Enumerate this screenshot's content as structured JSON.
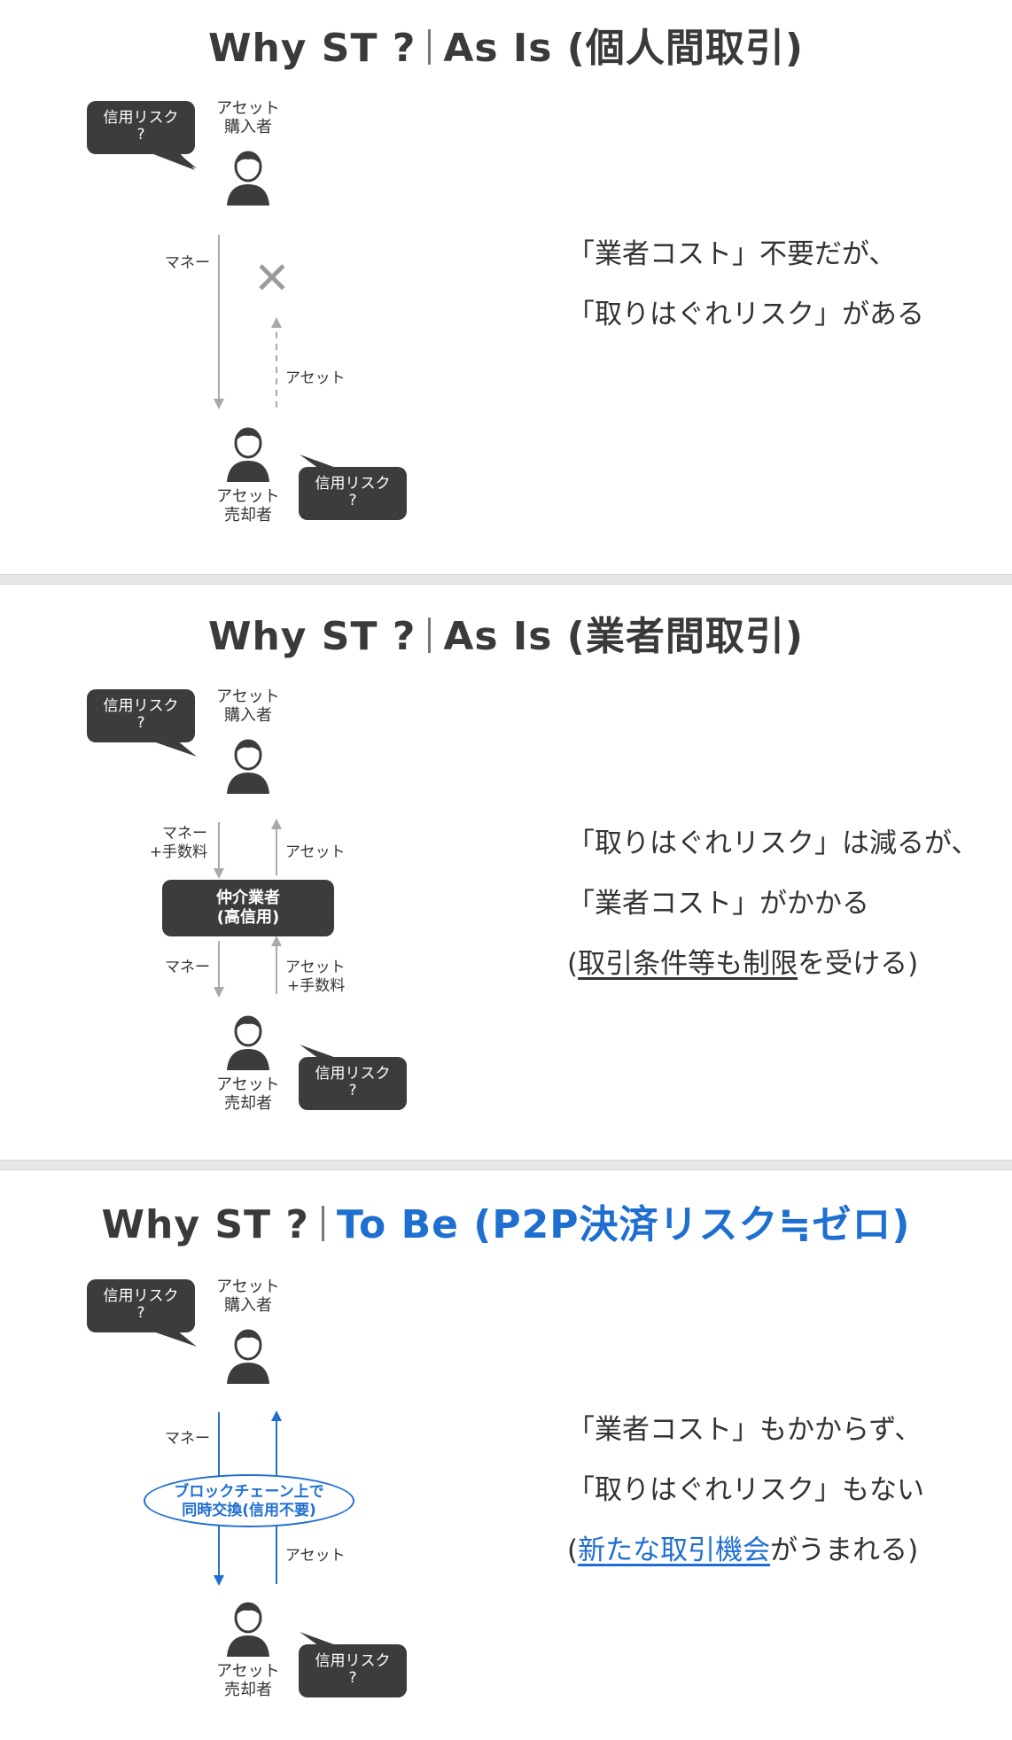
{
  "panels": [
    {
      "title_prefix": "Why ST ?",
      "title_suffix": "As Is (個人間取引)",
      "buyer_bubble": {
        "line1": "信用リスク",
        "line2": "?"
      },
      "buyer_label": {
        "line1": "アセット",
        "line2": "購入者"
      },
      "seller_label": {
        "line1": "アセット",
        "line2": "売却者"
      },
      "seller_bubble": {
        "line1": "信用リスク",
        "line2": "?"
      },
      "money_label": "マネー",
      "asset_label": "アセット",
      "failure_mark": "✕",
      "side_text": [
        "「業者コスト」不要だが、",
        "「取りはぐれリスク」がある"
      ]
    },
    {
      "title_prefix": "Why ST ?",
      "title_suffix": "As Is (業者間取引)",
      "buyer_bubble": {
        "line1": "信用リスク",
        "line2": "?"
      },
      "buyer_label": {
        "line1": "アセット",
        "line2": "購入者"
      },
      "seller_label": {
        "line1": "アセット",
        "line2": "売却者"
      },
      "seller_bubble": {
        "line1": "信用リスク",
        "line2": "?"
      },
      "money_fee_label": {
        "line1": "マネー",
        "line2": "+手数料"
      },
      "asset_top_label": "アセット",
      "money_bottom_label": "マネー",
      "asset_fee_label": {
        "line1": "アセット",
        "line2": "+手数料"
      },
      "broker": {
        "line1": "仲介業者",
        "line2": "(高信用)"
      },
      "side_text": [
        "「取りはぐれリスク」は減るが、",
        "「業者コスト」がかかる"
      ],
      "side_text_3": {
        "open": "(",
        "underlined": "取引条件等も制限",
        "rest": "を受ける)"
      }
    },
    {
      "title_prefix": "Why ST ?",
      "title_suffix": "To Be (P2P決済リスク≒ゼロ)",
      "buyer_bubble": {
        "line1": "信用リスク",
        "line2": "?"
      },
      "buyer_label": {
        "line1": "アセット",
        "line2": "購入者"
      },
      "seller_label": {
        "line1": "アセット",
        "line2": "売却者"
      },
      "seller_bubble": {
        "line1": "信用リスク",
        "line2": "?"
      },
      "money_label": "マネー",
      "asset_label": "アセット",
      "blockchain": {
        "line1": "ブロックチェーン上で",
        "line2": "同時交換(信用不要)"
      },
      "side_text": [
        "「業者コスト」もかからず、",
        "「取りはぐれリスク」もない"
      ],
      "side_text_3": {
        "open": "(",
        "underlined": "新たな取引機会",
        "rest": "がうまれる)"
      }
    }
  ],
  "colors": {
    "dark_box": "#3c3c3c",
    "blue": "#1f6fd1",
    "gray_arrow": "#a9a9a9",
    "divider": "#e6e6e8"
  },
  "icons": [
    "person-icon",
    "cross-icon",
    "arrow-icon"
  ]
}
